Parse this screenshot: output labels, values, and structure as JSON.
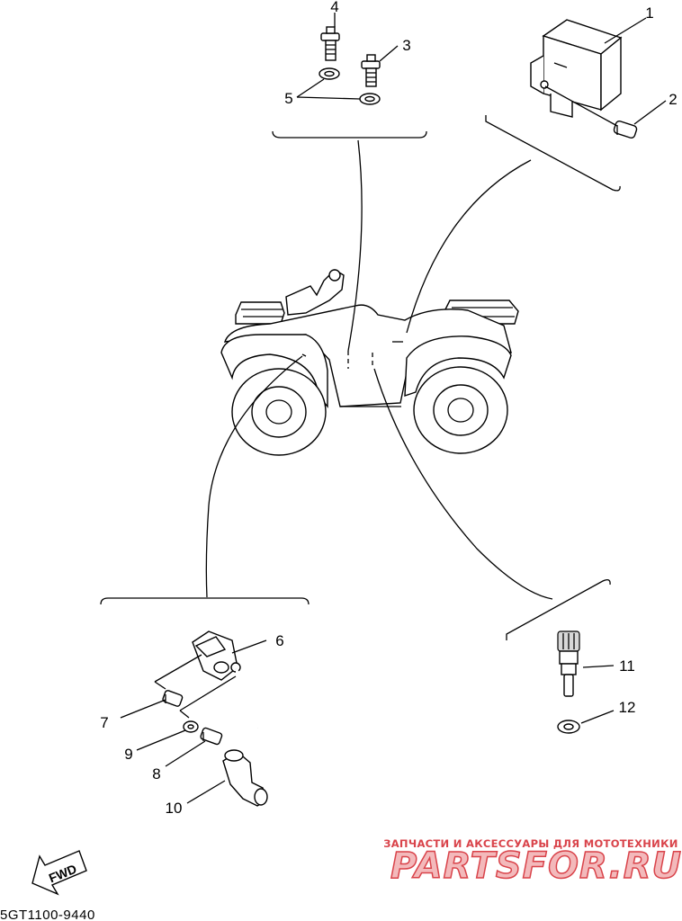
{
  "diagram": {
    "callouts": [
      {
        "id": "1",
        "text": "1"
      },
      {
        "id": "2",
        "text": "2"
      },
      {
        "id": "3",
        "text": "3"
      },
      {
        "id": "4",
        "text": "4"
      },
      {
        "id": "5",
        "text": "5"
      },
      {
        "id": "6",
        "text": "6"
      },
      {
        "id": "7",
        "text": "7"
      },
      {
        "id": "8",
        "text": "8"
      },
      {
        "id": "9",
        "text": "9"
      },
      {
        "id": "10",
        "text": "10"
      },
      {
        "id": "11",
        "text": "11"
      },
      {
        "id": "12",
        "text": "12"
      }
    ],
    "direction_label": "FWD",
    "drawing_code": "5GT1100-9440"
  },
  "watermark": {
    "tagline": "ЗАПЧАСТИ И АКСЕССУАРЫ ДЛЯ МОТОТЕХНИКИ",
    "brand": "PARTSFOR.RU",
    "color": "#d9434a",
    "fill_color": "#f3b9bb"
  }
}
